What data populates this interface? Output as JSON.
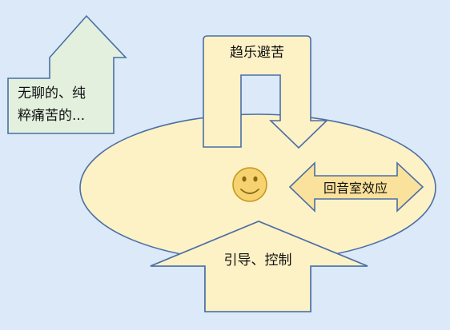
{
  "diagram": {
    "up_arrow_label_line1": "无聊的、纯",
    "up_arrow_label_line2": "粹痛苦的...",
    "u_arrow_label": "趋乐避苦",
    "double_arrow_label": "回音室效应",
    "bottom_arrow_label": "引导、控制",
    "center_icon": "smiley-face-icon",
    "colors": {
      "background": "#dbe9f8",
      "outline": "#4b6fa5",
      "ellipse_fill": "#fdf1c6",
      "up_arrow_fill": "#e3f0de",
      "u_arrow_fill": "#fdf1c6",
      "double_arrow_fill": "#fbe29c",
      "smiley_fill": "#f6d270",
      "smiley_stroke": "#c5981f"
    }
  }
}
